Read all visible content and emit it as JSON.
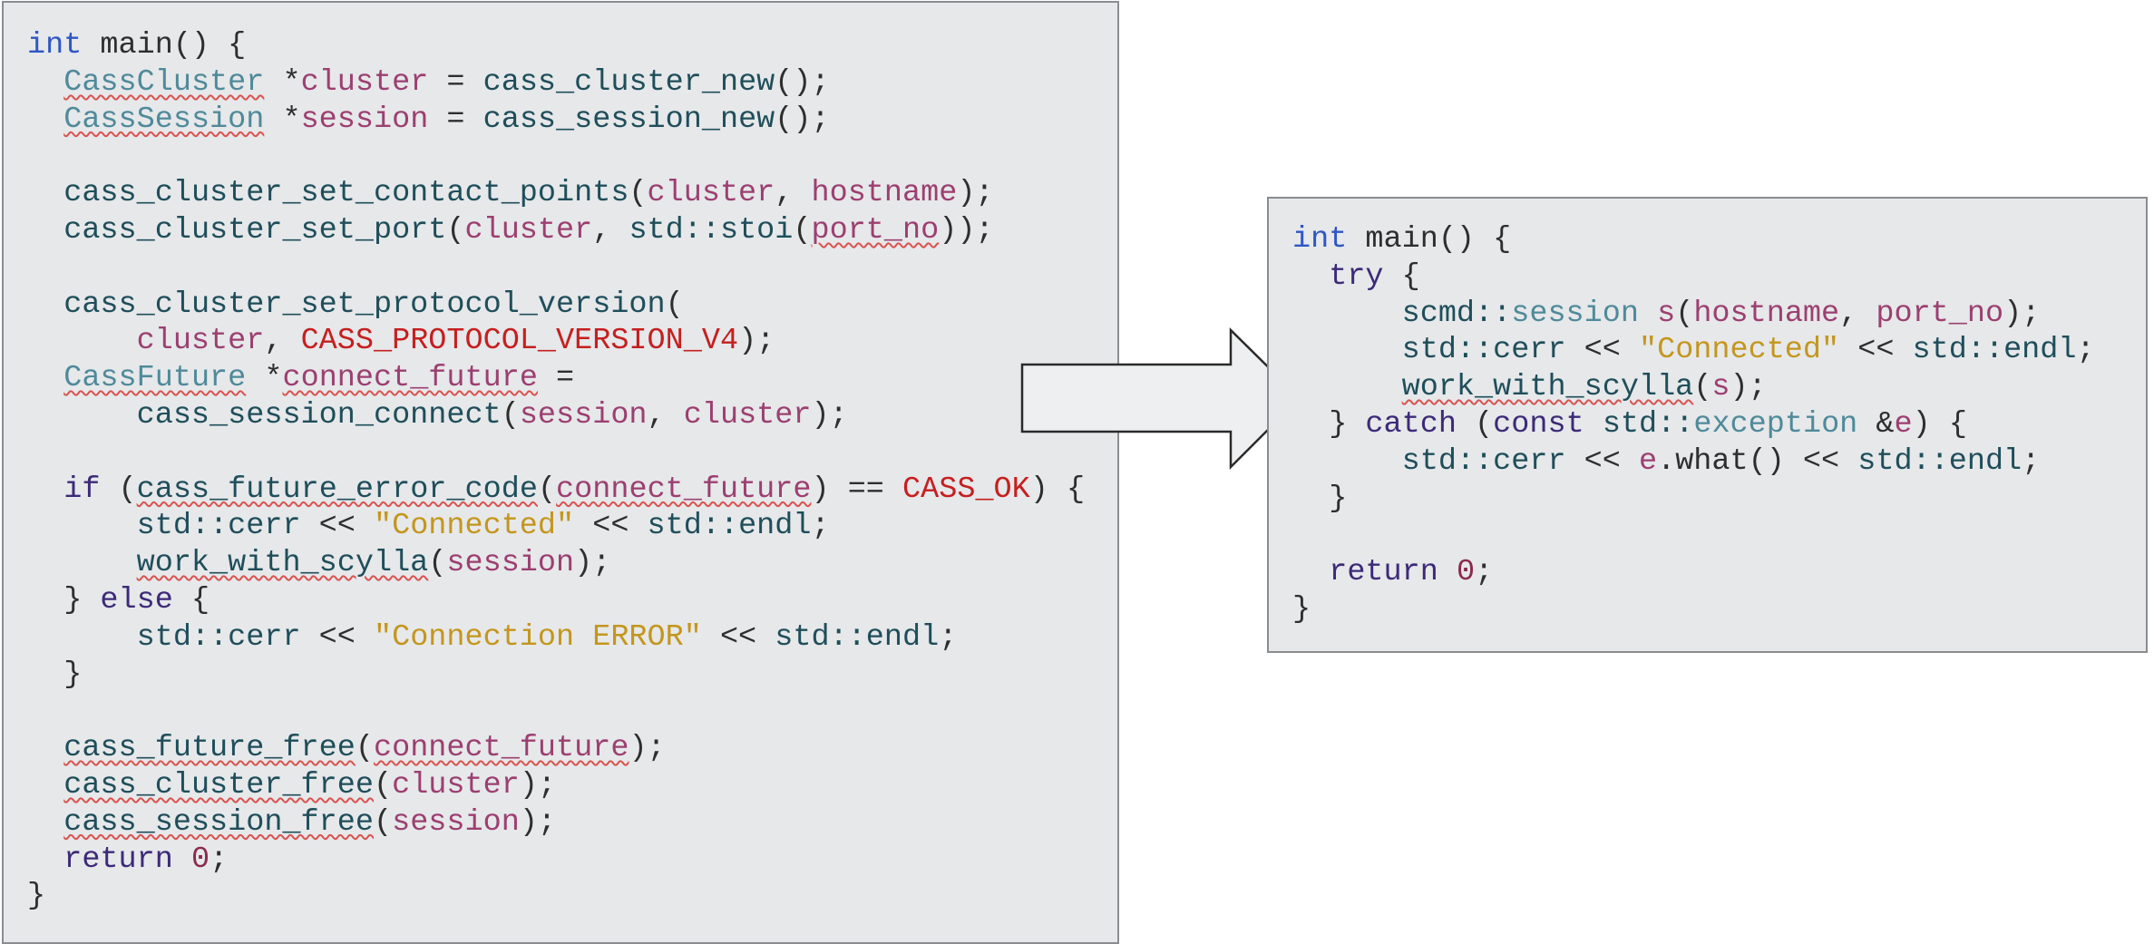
{
  "left_panel": {
    "lines": [
      [
        [
          "int",
          "type"
        ],
        [
          " main() {",
          "plain"
        ]
      ],
      [
        [
          "  ",
          "plain"
        ],
        [
          "CassCluster",
          "cls",
          1
        ],
        [
          " *",
          "plain"
        ],
        [
          "cluster",
          "var"
        ],
        [
          " = ",
          "plain"
        ],
        [
          "cass_cluster_new",
          "fn"
        ],
        [
          "();",
          "plain"
        ]
      ],
      [
        [
          "  ",
          "plain"
        ],
        [
          "CassSession",
          "cls",
          1
        ],
        [
          " *",
          "plain"
        ],
        [
          "session",
          "var"
        ],
        [
          " = ",
          "plain"
        ],
        [
          "cass_session_new",
          "fn"
        ],
        [
          "();",
          "plain"
        ]
      ],
      [],
      [
        [
          "  ",
          "plain"
        ],
        [
          "cass_cluster_set_contact_points",
          "fn"
        ],
        [
          "(",
          "plain"
        ],
        [
          "cluster",
          "var"
        ],
        [
          ", ",
          "plain"
        ],
        [
          "hostname",
          "var"
        ],
        [
          ");",
          "plain"
        ]
      ],
      [
        [
          "  ",
          "plain"
        ],
        [
          "cass_cluster_set_port",
          "fn"
        ],
        [
          "(",
          "plain"
        ],
        [
          "cluster",
          "var"
        ],
        [
          ", ",
          "plain"
        ],
        [
          "std::stoi",
          "fn"
        ],
        [
          "(",
          "plain"
        ],
        [
          "port_no",
          "var",
          1
        ],
        [
          "));",
          "plain"
        ]
      ],
      [],
      [
        [
          "  ",
          "plain"
        ],
        [
          "cass_cluster_set_protocol_version",
          "fn"
        ],
        [
          "(",
          "plain"
        ]
      ],
      [
        [
          "      ",
          "plain"
        ],
        [
          "cluster",
          "var"
        ],
        [
          ", ",
          "plain"
        ],
        [
          "CASS_PROTOCOL_VERSION_V4",
          "const"
        ],
        [
          ");",
          "plain"
        ]
      ],
      [
        [
          "  ",
          "plain"
        ],
        [
          "CassFuture",
          "cls",
          1
        ],
        [
          " *",
          "plain"
        ],
        [
          "connect_future",
          "var",
          1
        ],
        [
          " =",
          "plain"
        ]
      ],
      [
        [
          "      ",
          "plain"
        ],
        [
          "cass_session_connect",
          "fn"
        ],
        [
          "(",
          "plain"
        ],
        [
          "session",
          "var"
        ],
        [
          ", ",
          "plain"
        ],
        [
          "cluster",
          "var"
        ],
        [
          ");",
          "plain"
        ]
      ],
      [],
      [
        [
          "  ",
          "plain"
        ],
        [
          "if",
          "kw"
        ],
        [
          " (",
          "plain"
        ],
        [
          "cass_future_error_code",
          "fn",
          1
        ],
        [
          "(",
          "plain"
        ],
        [
          "connect_future",
          "var",
          1
        ],
        [
          ") == ",
          "plain"
        ],
        [
          "CASS_OK",
          "const"
        ],
        [
          ") {",
          "plain"
        ]
      ],
      [
        [
          "      ",
          "plain"
        ],
        [
          "std::cerr",
          "fn"
        ],
        [
          " << ",
          "plain"
        ],
        [
          "\"Connected\"",
          "str"
        ],
        [
          " << ",
          "plain"
        ],
        [
          "std::endl",
          "fn"
        ],
        [
          ";",
          "plain"
        ]
      ],
      [
        [
          "      ",
          "plain"
        ],
        [
          "work_with_scylla",
          "fn",
          1
        ],
        [
          "(",
          "plain"
        ],
        [
          "session",
          "var"
        ],
        [
          ");",
          "plain"
        ]
      ],
      [
        [
          "  } ",
          "plain"
        ],
        [
          "else",
          "kw"
        ],
        [
          " {",
          "plain"
        ]
      ],
      [
        [
          "      ",
          "plain"
        ],
        [
          "std::cerr",
          "fn"
        ],
        [
          " << ",
          "plain"
        ],
        [
          "\"Connection ERROR\"",
          "str"
        ],
        [
          " << ",
          "plain"
        ],
        [
          "std::endl",
          "fn"
        ],
        [
          ";",
          "plain"
        ]
      ],
      [
        [
          "  }",
          "plain"
        ]
      ],
      [],
      [
        [
          "  ",
          "plain"
        ],
        [
          "cass_future_free",
          "fn",
          1
        ],
        [
          "(",
          "plain"
        ],
        [
          "connect_future",
          "var",
          1
        ],
        [
          ");",
          "plain"
        ]
      ],
      [
        [
          "  ",
          "plain"
        ],
        [
          "cass_cluster_free",
          "fn",
          1
        ],
        [
          "(",
          "plain"
        ],
        [
          "cluster",
          "var"
        ],
        [
          ");",
          "plain"
        ]
      ],
      [
        [
          "  ",
          "plain"
        ],
        [
          "cass_session_free",
          "fn",
          1
        ],
        [
          "(",
          "plain"
        ],
        [
          "session",
          "var"
        ],
        [
          ");",
          "plain"
        ]
      ],
      [
        [
          "  ",
          "plain"
        ],
        [
          "return",
          "kw"
        ],
        [
          " ",
          "plain"
        ],
        [
          "0",
          "num"
        ],
        [
          ";",
          "plain"
        ]
      ],
      [
        [
          "}",
          "plain"
        ]
      ]
    ]
  },
  "right_panel": {
    "lines": [
      [
        [
          "int",
          "type"
        ],
        [
          " main() {",
          "plain"
        ]
      ],
      [
        [
          "  ",
          "plain"
        ],
        [
          "try",
          "kw"
        ],
        [
          " {",
          "plain"
        ]
      ],
      [
        [
          "      ",
          "plain"
        ],
        [
          "scmd::",
          "fn"
        ],
        [
          "session",
          "cls"
        ],
        [
          " ",
          "plain"
        ],
        [
          "s",
          "var"
        ],
        [
          "(",
          "plain"
        ],
        [
          "hostname",
          "var"
        ],
        [
          ", ",
          "plain"
        ],
        [
          "port_no",
          "var"
        ],
        [
          ");",
          "plain"
        ]
      ],
      [
        [
          "      ",
          "plain"
        ],
        [
          "std::cerr",
          "fn"
        ],
        [
          " << ",
          "plain"
        ],
        [
          "\"Connected\"",
          "str"
        ],
        [
          " << ",
          "plain"
        ],
        [
          "std::endl",
          "fn"
        ],
        [
          ";",
          "plain"
        ]
      ],
      [
        [
          "      ",
          "plain"
        ],
        [
          "work_with_scylla",
          "fn",
          1
        ],
        [
          "(",
          "plain"
        ],
        [
          "s",
          "var"
        ],
        [
          ");",
          "plain"
        ]
      ],
      [
        [
          "  } ",
          "plain"
        ],
        [
          "catch",
          "kw"
        ],
        [
          " (",
          "plain"
        ],
        [
          "const",
          "kw"
        ],
        [
          " ",
          "plain"
        ],
        [
          "std::",
          "fn"
        ],
        [
          "exception",
          "cls"
        ],
        [
          " &",
          "plain"
        ],
        [
          "e",
          "var"
        ],
        [
          ") {",
          "plain"
        ]
      ],
      [
        [
          "      ",
          "plain"
        ],
        [
          "std::cerr",
          "fn"
        ],
        [
          " << ",
          "plain"
        ],
        [
          "e",
          "var"
        ],
        [
          ".what() << ",
          "plain"
        ],
        [
          "std::endl",
          "fn"
        ],
        [
          ";",
          "plain"
        ]
      ],
      [
        [
          "  }",
          "plain"
        ]
      ],
      [],
      [
        [
          "  ",
          "plain"
        ],
        [
          "return",
          "kw"
        ],
        [
          " ",
          "plain"
        ],
        [
          "0",
          "num"
        ],
        [
          ";",
          "plain"
        ]
      ],
      [
        [
          "}",
          "plain"
        ]
      ]
    ]
  },
  "colors": {
    "panel_background": "#e6e8ea",
    "panel_border": "#8a8d90",
    "keyword": "#3d2a78",
    "type_keyword": "#2f56c4",
    "function": "#1f4e5a",
    "class_name": "#4f8a9a",
    "variable": "#9c3f70",
    "string": "#c4961c",
    "constant": "#c61f1f",
    "number": "#8b2b4b",
    "squiggle": "#d9534f",
    "arrow_fill": "#eeeff0",
    "arrow_stroke": "#2a2a2a"
  },
  "arrow": {
    "icon": "right-arrow-icon"
  }
}
